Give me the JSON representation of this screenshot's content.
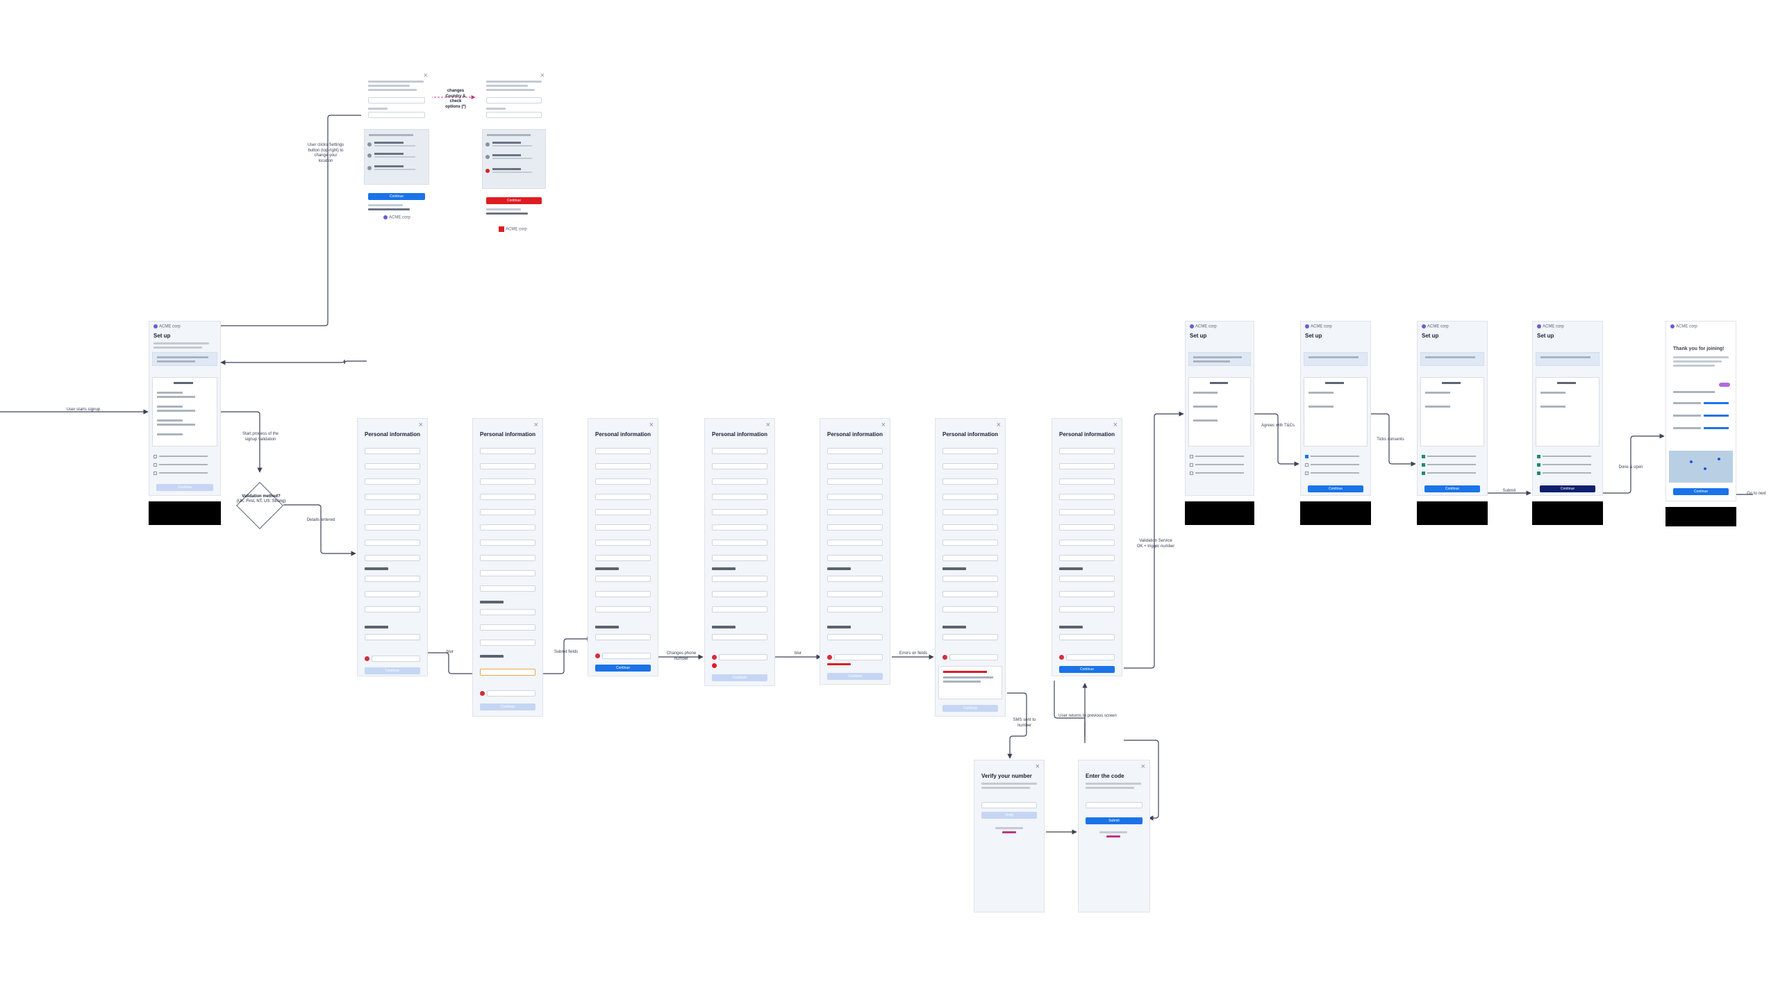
{
  "flow": {
    "decision": {
      "label": "Validation method?",
      "sub": "(UK: First, NT, US: Strong)"
    },
    "screens": {
      "personal_info_title": "Personal information",
      "setup_title": "Set up",
      "thanks_title": "Thank you for joining!",
      "verify_title": "Verify your number",
      "code_title": "Enter the code"
    },
    "buttons": {
      "continue": "Continue",
      "submit": "Submit",
      "verify": "Verify"
    },
    "brand": {
      "name": "ACME corp",
      "accent": "#1a73e8",
      "danger": "#df1b22",
      "navy": "#0d1f6f",
      "link": "#c13584"
    },
    "notes": {
      "n_start": "User starts signup",
      "n_top": "User clicks Settings button (top-right) to change your location",
      "n_change": "changes Country & check options (*)",
      "n_validation": "Start process of the signup validation",
      "n_enter": "Details entered",
      "n_a": "blur",
      "n_b": "Submit fields",
      "n_c": "Changes phone number",
      "n_d": "blur",
      "n_e": "Errors on fields",
      "n_f": "Validation Service OK + trigger number",
      "n_g": "Agrees with T&Cs",
      "n_h": "Ticks consents",
      "n_i": "Submit",
      "n_j": "Done & open",
      "n_k": "Go to next",
      "n_sms": "SMS sent to number",
      "n_back": "User returns to previous screen"
    }
  }
}
